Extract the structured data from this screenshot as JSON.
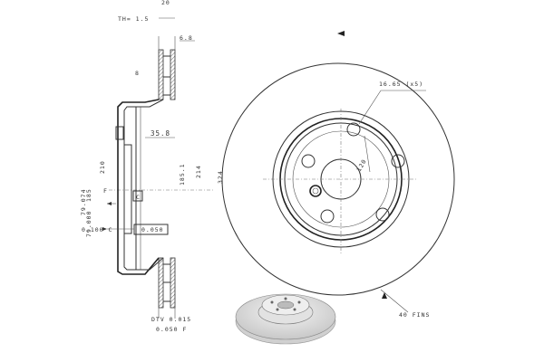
{
  "drawing": {
    "colors": {
      "line": "#333333",
      "paper": "#ffffff"
    },
    "dimensions": {
      "top_cut": "20",
      "thickness": "TH= 1.5",
      "rim_width": "6.8",
      "rim_step": "8",
      "hub_depth": "35.8",
      "dia_210": "210",
      "dia_185": "185",
      "dia_79_074": "79.074",
      "dia_79_000": "79.000",
      "dia_185_1": "185.1",
      "dia_214": "214",
      "dia_324": "324",
      "flatness": "0.100 C",
      "runout": "0.050",
      "datum": "C",
      "marker_f": "F",
      "dtv": "DTV 0.015",
      "runout_f": "0.050 F",
      "bolt_holes": "16.65 (x5)",
      "pcd": "120",
      "fins": "40 FINS"
    }
  }
}
